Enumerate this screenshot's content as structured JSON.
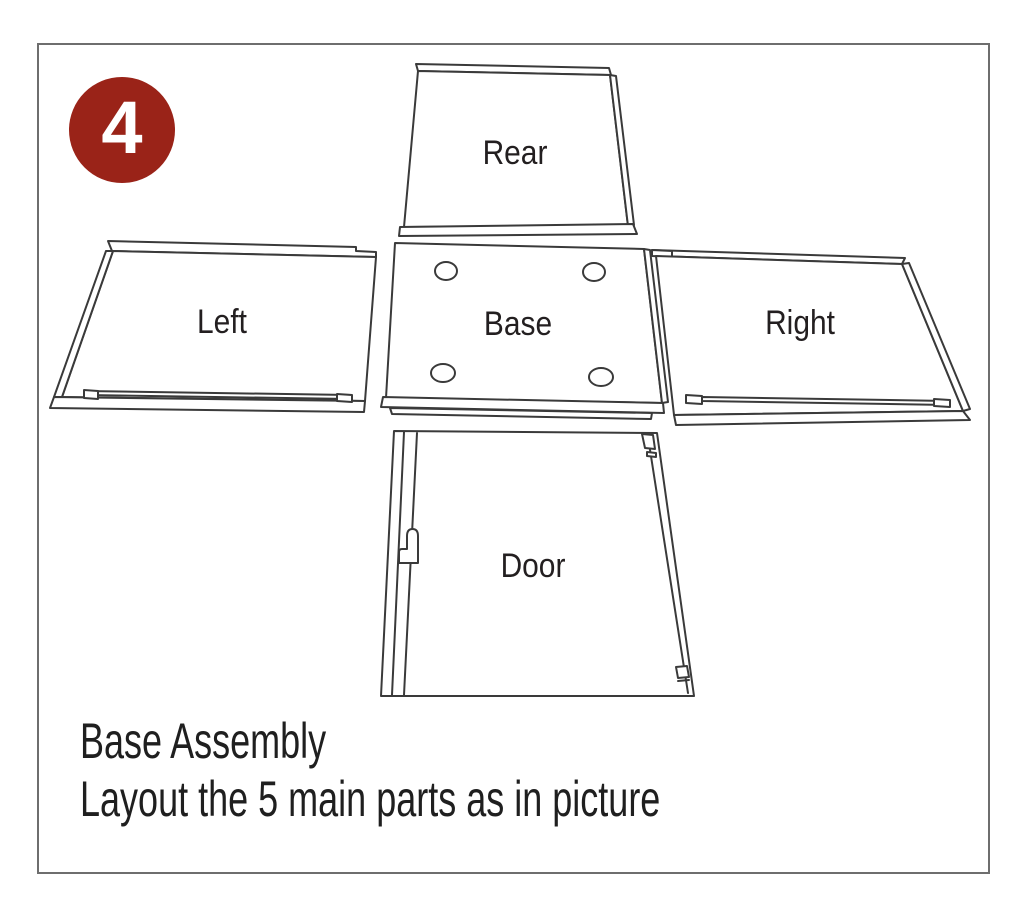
{
  "step_badge": {
    "number": "4"
  },
  "panels": {
    "rear": {
      "label": "Rear"
    },
    "left": {
      "label": "Left"
    },
    "base": {
      "label": "Base"
    },
    "right": {
      "label": "Right"
    },
    "door": {
      "label": "Door"
    }
  },
  "caption": {
    "line1": "Base Assembly",
    "line2": "Layout the 5 main parts as in picture"
  },
  "colors": {
    "badge_background": "#9a2318",
    "badge_number": "#ffffff",
    "line_art": "#3a3a3a",
    "frame_border": "#6e6e6e",
    "text": "#231f20",
    "background": "#ffffff"
  }
}
